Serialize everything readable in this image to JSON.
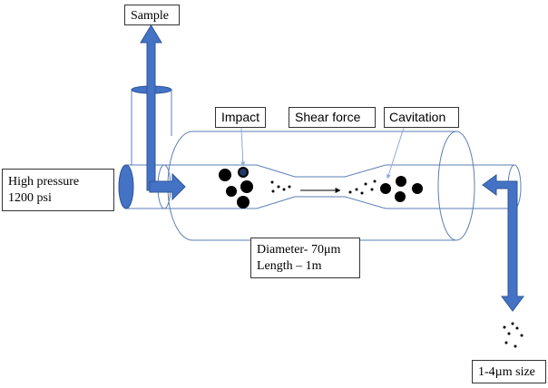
{
  "labels": {
    "sample": "Sample",
    "impact": "Impact",
    "shear_force": "Shear force",
    "cavitation": "Cavitation",
    "pressure_line1": "High pressure",
    "pressure_line2": "1200 psi",
    "diameter": "Diameter- 70μm",
    "length": "Length – 1m",
    "output_size": "1-4µm size"
  },
  "colors": {
    "arrow": "#4472c4",
    "arrow_edge": "#2f5597",
    "outline": "#5b7fb5",
    "pointer": "#8eaadb",
    "particle": "#000000",
    "marker": "#1f3864",
    "box_border": "#333333"
  },
  "icons": {
    "input_arrow": "arrow-right-icon",
    "output_arrow": "arrow-down-icon",
    "sample_arrow": "arrow-up-icon",
    "flow": "arrow-right-icon"
  }
}
